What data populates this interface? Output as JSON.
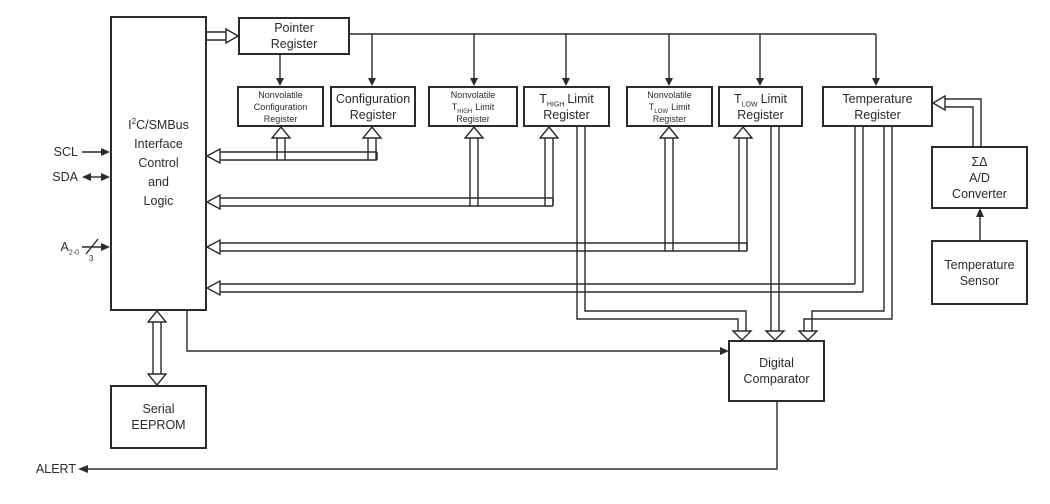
{
  "diagram": {
    "title_semantic": "temperature-sensor-functional-block-diagram",
    "colors": {
      "line": "#2b2b2b",
      "background": "#ffffff"
    },
    "pins": {
      "scl": "SCL",
      "sda": "SDA",
      "addr_main": "A",
      "addr_sub": "2-0",
      "addr_bus_width": "3",
      "alert": "ALERT"
    },
    "blocks": {
      "i2c": {
        "line1_main": "I",
        "line1_sup": "2",
        "line1_rest": "C/SMBus",
        "line2": "Interface",
        "line3": "Control",
        "line4": "and",
        "line5": "Logic"
      },
      "pointer": {
        "line1": "Pointer",
        "line2": "Register"
      },
      "nv_config": {
        "line1": "Nonvolatile",
        "line2": "Configuration",
        "line3": "Register"
      },
      "config": {
        "line1": "Configuration",
        "line2": "Register"
      },
      "nv_thigh": {
        "line1": "Nonvolatile",
        "line2_main": "T",
        "line2_sub": "HIGH",
        "line2_rest": "Limit",
        "line3": "Register"
      },
      "thigh": {
        "line1_main": "T",
        "line1_sub": "HIGH",
        "line1_rest": "Limit",
        "line2": "Register"
      },
      "nv_tlow": {
        "line1": "Nonvolatile",
        "line2_main": "T",
        "line2_sub": "LOW",
        "line2_rest": "Limit",
        "line3": "Register"
      },
      "tlow": {
        "line1_main": "T",
        "line1_sub": "LOW",
        "line1_rest": "Limit",
        "line2": "Register"
      },
      "temp_reg": {
        "line1": "Temperature",
        "line2": "Register"
      },
      "adc": {
        "line1": "ΣΔ",
        "line2": "A/D",
        "line3": "Converter"
      },
      "sensor": {
        "line1": "Temperature",
        "line2": "Sensor"
      },
      "comparator": {
        "line1": "Digital",
        "line2": "Comparator"
      },
      "eeprom": {
        "line1": "Serial",
        "line2": "EEPROM"
      }
    }
  }
}
